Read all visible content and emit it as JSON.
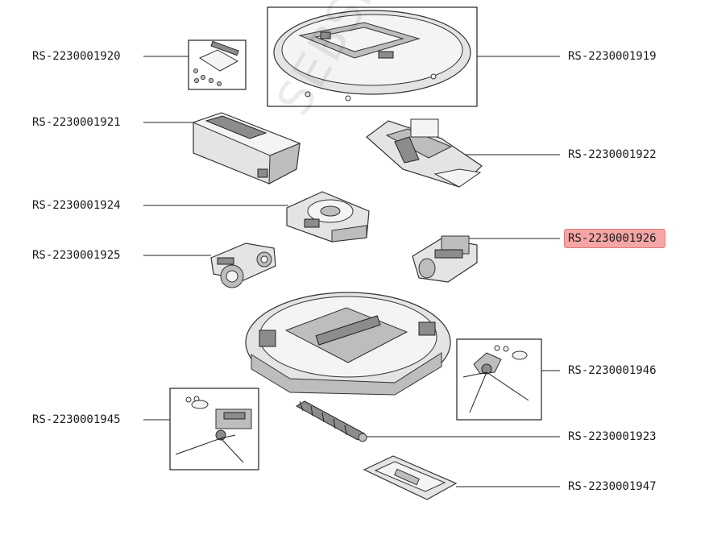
{
  "watermark": "SEBSHOP.RU",
  "highlight_color": "#f4a6a6",
  "parts": [
    {
      "id": "p1920",
      "label": "RS-2230001920",
      "highlighted": false
    },
    {
      "id": "p1919",
      "label": "RS-2230001919",
      "highlighted": false
    },
    {
      "id": "p1921",
      "label": "RS-2230001921",
      "highlighted": false
    },
    {
      "id": "p1922",
      "label": "RS-2230001922",
      "highlighted": false
    },
    {
      "id": "p1924",
      "label": "RS-2230001924",
      "highlighted": false
    },
    {
      "id": "p1926",
      "label": "RS-2230001926",
      "highlighted": true
    },
    {
      "id": "p1925",
      "label": "RS-2230001925",
      "highlighted": false
    },
    {
      "id": "p1946",
      "label": "RS-2230001946",
      "highlighted": false
    },
    {
      "id": "p1945",
      "label": "RS-2230001945",
      "highlighted": false
    },
    {
      "id": "p1923",
      "label": "RS-2230001923",
      "highlighted": false
    },
    {
      "id": "p1947",
      "label": "RS-2230001947",
      "highlighted": false
    }
  ]
}
